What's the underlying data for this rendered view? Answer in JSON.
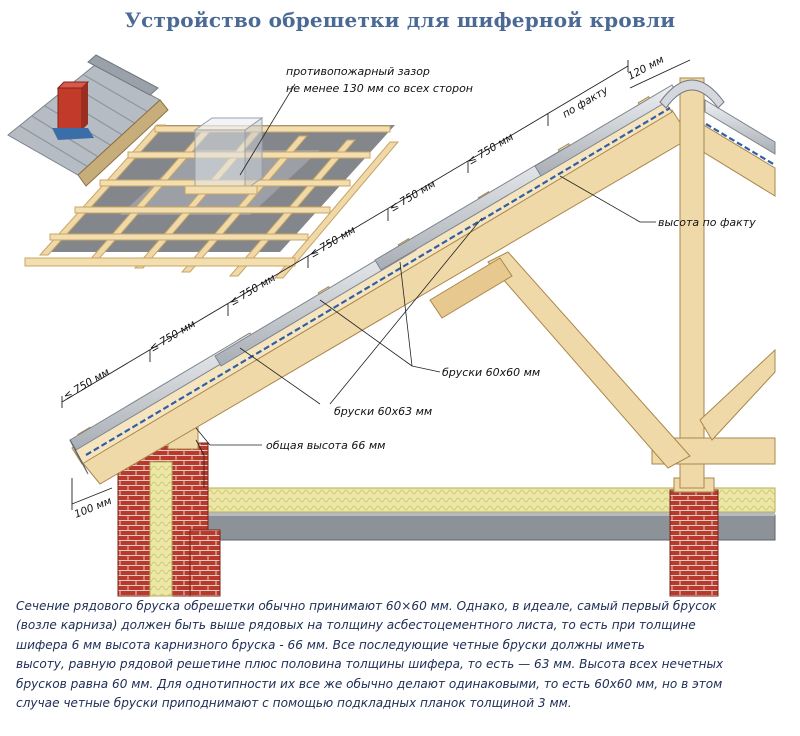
{
  "title": "Устройство обрешетки для шиферной кровли",
  "labels": {
    "fire_gap_line1": "противопожарный зазор",
    "fire_gap_line2": "не менее 130 мм со всех сторон",
    "ridge_gap": "120 мм",
    "fact_spacing": "по факту",
    "fact_height": "высота по факту",
    "batten_60x60": "бруски 60х60 мм",
    "batten_60x63": "бруски 60х63 мм",
    "total_height": "общая высота 66 мм",
    "eave_offset": "100 мм"
  },
  "spacings": [
    "≤ 750 мм",
    "≤ 750 мм",
    "≤ 750 мм",
    "≤ 750 мм",
    "≤ 750 мм",
    "≤ 750 мм"
  ],
  "description_lines": [
    "Сечение рядового бруска обрешетки обычно принимают 60×60 мм. Однако, в идеале, самый первый брусок",
    "(возле карниза) должен быть выше рядовых на толщину асбестоцементного листа, то есть при толщине",
    "шифера 6 мм высота карнизного бруска - 66 мм. Все последующие четные бруски должны иметь",
    "высоту, равную рядовой решетине плюс половина толщины шифера, то есть — 63 мм. Высота всех нечетных",
    "брусков равна 60 мм. Для однотипности их все же обычно делают одинаковыми, то есть 60х60 мм, но в этом",
    "случае четные бруски приподнимают с помощью подкладных планок толщиной 3 мм."
  ],
  "colors": {
    "title": "#4a6a95",
    "wood": "#f0d9a8",
    "brick": "#b83a2c",
    "slate": "#c9cdd2",
    "insulation": "#ece7a4",
    "text": "#1d2d55"
  }
}
